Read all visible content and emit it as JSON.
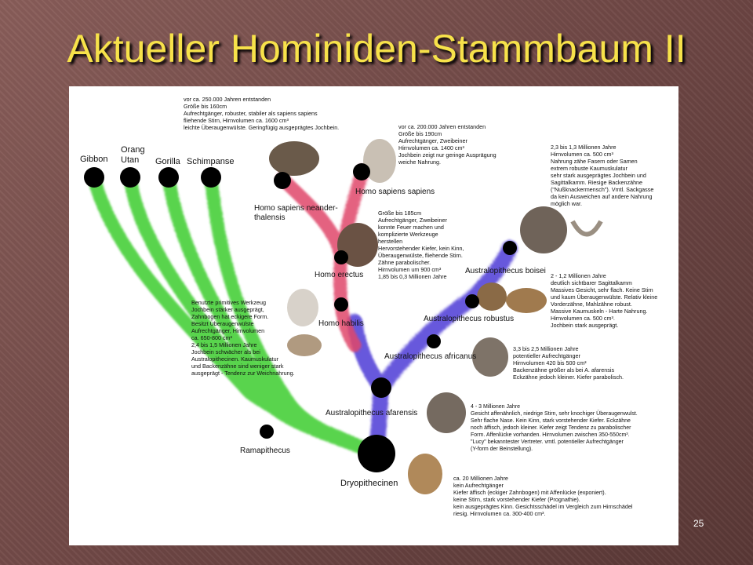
{
  "slide": {
    "title": "Aktueller Hominiden-Stammbaum II",
    "number": "25"
  },
  "species": {
    "gibbon": "Gibbon",
    "orang": "Orang\nUtan",
    "gorilla": "Gorilla",
    "schimpanse": "Schimpanse",
    "neanderthalensis": "Homo sapiens neander-\nthalensis",
    "sapiens": "Homo sapiens sapiens",
    "erectus": "Homo erectus",
    "habilis": "Homo habilis",
    "boisei": "Australopithecus boisei",
    "robustus": "Australopithecus robustus",
    "africanus": "Australopithecus africanus",
    "afarensis": "Australopithecus afarensis",
    "ramapithecus": "Ramapithecus",
    "dryopithecinen": "Dryopithecinen"
  },
  "notes": {
    "neanderthalensis": "vor ca. 250.000 Jahren entstanden\nGröße bis 160cm\nAufrechtgänger, robuster, stabiler als sapiens sapiens\nfliehende Stirn, Hirnvolumen ca. 1600 cm³\nleichte Überaugenwülste. Geringfügig ausgeprägtes Jochbein.",
    "sapiens": "vor ca. 200.000 Jahren entstanden\nGröße bis 190cm\nAufrechtgänger, Zweibeiner\nHirnvolumen ca. 1400 cm³\nJochbein zeigt nur geringe Ausprägung\nweiche Nahrung.",
    "erectus": "Größe bis 185cm\nAufrechtgänger, Zweibeiner\nkonnte Feuer machen und\nkomplizierte Werkzeuge\nherstellen\nHervorstehender Kiefer, kein Kinn,\nÜberaugenwülste, fliehende Stirn.\nZähne parabolischer.\nHirnvolumen um 900 cm³\n1,85 bis 0,3 Millionen Jahre",
    "boisei": "2,3 bis 1,3 Millionen Jahre\nHirnvolumen ca. 500 cm³\nNahrung zähe Fasern oder Samen\nextrem robuste Kaumuskulatur\nsehr stark ausgeprägtes Jochbein und\nSagittalkamm. Riesige Backenzähne\n(\"Nußknackermensch\"). Vmtl. Sackgasse\nda kein Ausweichen auf andere Nahrung\nmöglich war.",
    "robustus": "2 - 1,2 Millionen Jahre\ndeutlich sichtbarer Sagittalkamm\nMassives Gesicht, sehr flach. Keine Stirn\nund kaum Überaugenwülste. Relativ kleine\nVorderzähne, Mahlzähne robust.\nMassive Kaumuskeln - Harte Nahrung.\nHirnvolumen ca. 500 cm³.\nJochbein stark ausgeprägt.",
    "habilis": "Benutzte primitives Werkzeug\nJochbein stärker ausgeprägt,\nZahnbogen hat eckigere Form.\nBesitzt Überaugenwülste\nAufrechtgänger, Hirnvolumen\nca. 650-800 cm³\n2,4 bis 1,5 Millionen Jahre\nJochbein schwächer als bei\nAustralopithecinen. Kaumuskulatur\nund Backenzähne sind weniger stark\nausgeprägt - Tendenz zur Weichnahrung.",
    "africanus": "3,3 bis 2,5 Millionen Jahre\npotentieller Aufrechtgänger\nHirnvolumen 420 bis 500 cm³\nBackenzähne größer als bei A. afarensis\nEckzähne jedoch kleiner. Kiefer parabolisch.",
    "afarensis": "4 - 3 Millionen Jahre\nGesicht affenähnlich, niedrige Stirn, sehr knochiger Überaugenwulst.\nSehr flache Nase. Kein Kinn, stark vorstehender Kiefer. Eckzähne\nnoch äffisch, jedoch kleiner. Kiefer zeigt Tendenz zu parabolischer\nForm. Affenlücke vorhanden. Hirnvolumen zwischen 350-550cm³.\n\"Lucy\" bekanntester Vertreter. vmtl. potentieller Aufrechtgänger\n(Y-form der Beinstellung).",
    "dryopithecinen": "ca. 20 Millionen Jahre\nkein Aufrechtgänger\nKiefer äffisch (eckiger Zahnbogen) mit Affenlücke (exponiert).\nkeine Stirn, stark vorstehender Kiefer (Prognathie).\nkein ausgeprägtes Kinn. Gesichtsschädel im Vergleich zum Hirnschädel\nriesig. Hirnvolumen ca. 300-400 cm³."
  },
  "colors": {
    "ape_branch": "#3ccd2e",
    "homo_branch": "#e0466a",
    "australopithecus_branch": "#4d3ad6",
    "node": "#000000",
    "title": "#f7e24a"
  }
}
